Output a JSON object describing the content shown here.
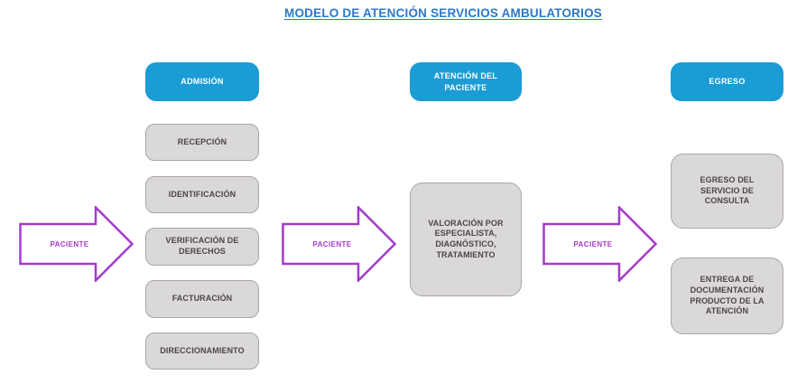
{
  "title": "MODELO DE ATENCIÓN SERVICIOS AMBULATORIOS",
  "flow": {
    "stages": [
      {
        "header": "ADMISIÓN",
        "steps": [
          "RECEPCIÓN",
          "IDENTIFICACIÓN",
          "VERIFICACIÓN DE DERECHOS",
          "FACTURACIÓN",
          "DIRECCIONAMIENTO"
        ]
      },
      {
        "header": "ATENCIÓN DEL PACIENTE",
        "steps": [
          "VALORACIÓN POR ESPECIALISTA, DIAGNÓSTICO, TRATAMIENTO"
        ]
      },
      {
        "header": "EGRESO",
        "steps": [
          "EGRESO DEL SERVICIO DE CONSULTA",
          "ENTREGA DE DOCUMENTACIÓN PRODUCTO DE LA ATENCIÓN"
        ]
      }
    ],
    "arrows": [
      {
        "label": "PACIENTE"
      },
      {
        "label": "PACIENTE"
      },
      {
        "label": "PACIENTE"
      }
    ]
  },
  "colors": {
    "stage_header_blue": "#1B9CD4",
    "title_blue": "#2E77C6",
    "arrow_purple": "#A43BC8",
    "step_fill": "#DBD8DA",
    "step_border": "#A9A5A8",
    "step_text": "#4A4548"
  }
}
